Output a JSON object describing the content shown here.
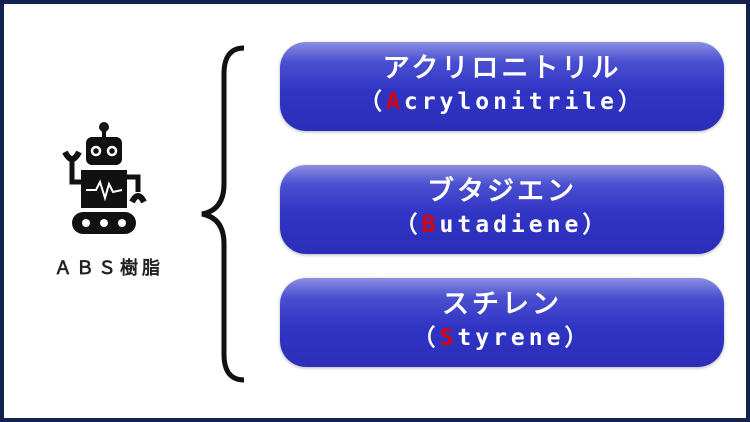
{
  "left": {
    "icon": "robot-icon",
    "label": "ＡＢＳ樹脂"
  },
  "components": [
    {
      "jp": "アクリロニトリル",
      "open": "（",
      "initial": "A",
      "rest": "crylonitrile",
      "close": "）"
    },
    {
      "jp": "ブタジエン",
      "open": "（",
      "initial": "B",
      "rest": "utadiene",
      "close": "）"
    },
    {
      "jp": "スチレン",
      "open": "（",
      "initial": "S",
      "rest": "tyrene",
      "close": "）"
    }
  ],
  "colors": {
    "border": "#13224f",
    "pill": "#3034c4",
    "initial": "#e00000"
  }
}
